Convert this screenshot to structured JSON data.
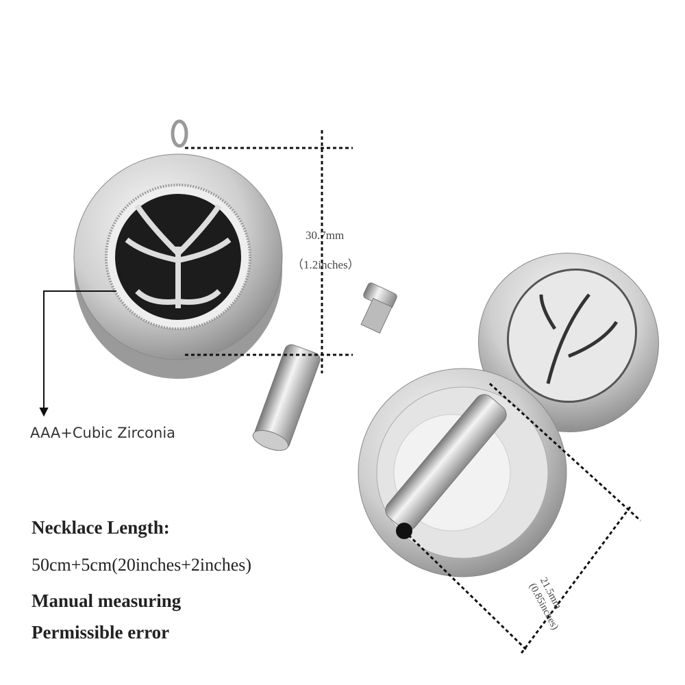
{
  "dimensions": {
    "height_mm": "30.7mm",
    "height_in": "（1.2inches）",
    "depth_mm": "21.5mm",
    "depth_in": "(0.85inches)"
  },
  "stone_label": "AAA+Cubic Zirconia",
  "necklace": {
    "title": "Necklace Length:",
    "value": "50cm+5cm(20inches+2inches)"
  },
  "notes": [
    "Manual measuring",
    "Permissible error"
  ],
  "colors": {
    "silver": "#c8c8c8",
    "dark": "#1a1a1a"
  }
}
